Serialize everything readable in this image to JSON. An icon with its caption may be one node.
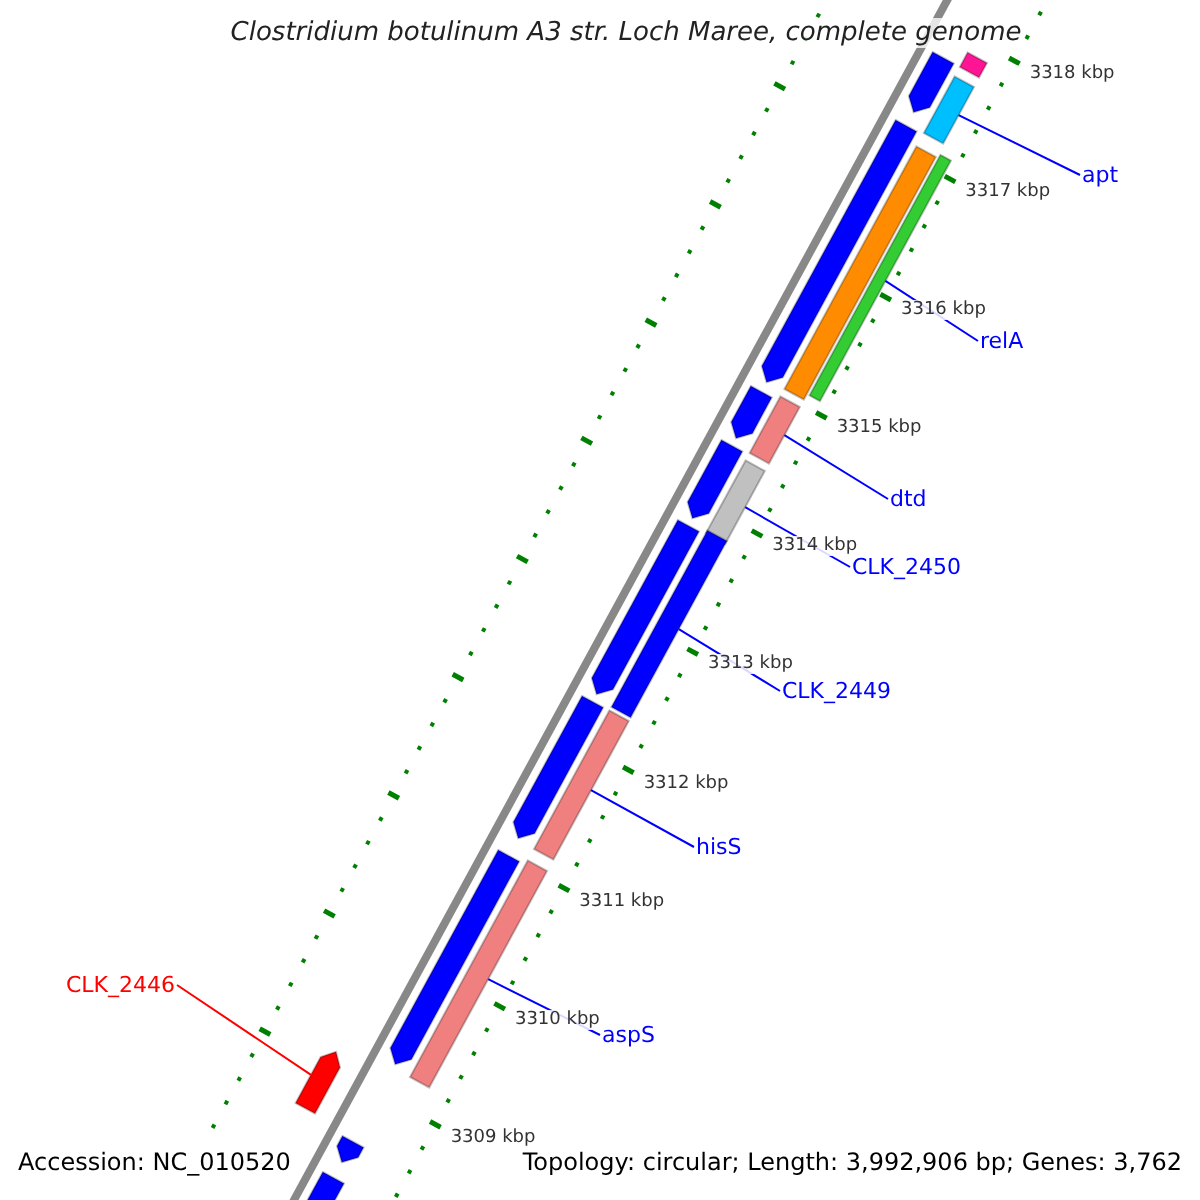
{
  "diagram": {
    "title": "Clostridium botulinum A3 str. Loch Maree, complete genome",
    "nodes": [
      {
        "text": [],
        "shape": "bar"
      },
      {
        "text": [],
        "shape": "arrow"
      },
      {
        "text": [],
        "shape": "bar"
      },
      {
        "text": [
          "apt"
        ]
      },
      {
        "text": [],
        "shape": "arrow"
      },
      {
        "text": [],
        "shape": "bar"
      },
      {
        "text": [],
        "shape": "bar"
      },
      {
        "text": [
          "relA"
        ]
      },
      {
        "text": [],
        "shape": "arrow"
      },
      {
        "text": [],
        "shape": "bar"
      },
      {
        "text": [
          "dtd"
        ]
      },
      {
        "text": [],
        "shape": "arrow"
      },
      {
        "text": [],
        "shape": "bar"
      },
      {
        "text": [
          "CLK_2450"
        ]
      },
      {
        "text": [],
        "shape": "arrow"
      },
      {
        "text": [],
        "shape": "bar"
      },
      {
        "text": [
          "CLK_2449"
        ]
      },
      {
        "text": [],
        "shape": "arrow"
      },
      {
        "text": [],
        "shape": "bar"
      },
      {
        "text": [
          "hisS"
        ]
      },
      {
        "text": [],
        "shape": "arrow"
      },
      {
        "text": [],
        "shape": "bar"
      },
      {
        "text": [
          "aspS"
        ]
      },
      {
        "text": [
          "CLK_2446"
        ]
      },
      {
        "text": [],
        "shape": "arrow"
      },
      {
        "text": [],
        "shape": "arrow"
      },
      {
        "text": [],
        "shape": "arrow"
      }
    ],
    "edges": [
      {
        "from": 3,
        "to": 2,
        "arrow": "none"
      },
      {
        "from": 7,
        "to": 6,
        "arrow": "none"
      },
      {
        "from": 10,
        "to": 9,
        "arrow": "none"
      },
      {
        "from": 13,
        "to": 12,
        "arrow": "none"
      },
      {
        "from": 16,
        "to": 15,
        "arrow": "none"
      },
      {
        "from": 19,
        "to": 18,
        "arrow": "none"
      },
      {
        "from": 22,
        "to": 21,
        "arrow": "none"
      },
      {
        "from": 23,
        "to": 24,
        "arrow": "none",
        "color": "#ff0000"
      }
    ],
    "labels": [
      "3318 kbp",
      "3317 kbp",
      "3316 kbp",
      "3315 kbp",
      "3314 kbp",
      "3313 kbp",
      "3312 kbp",
      "3311 kbp",
      "3310 kbp",
      "3309 kbp",
      "Accession: NC_010520",
      "Topology: circular; Length: 3,992,906 bp; Genes: 3,762"
    ]
  }
}
